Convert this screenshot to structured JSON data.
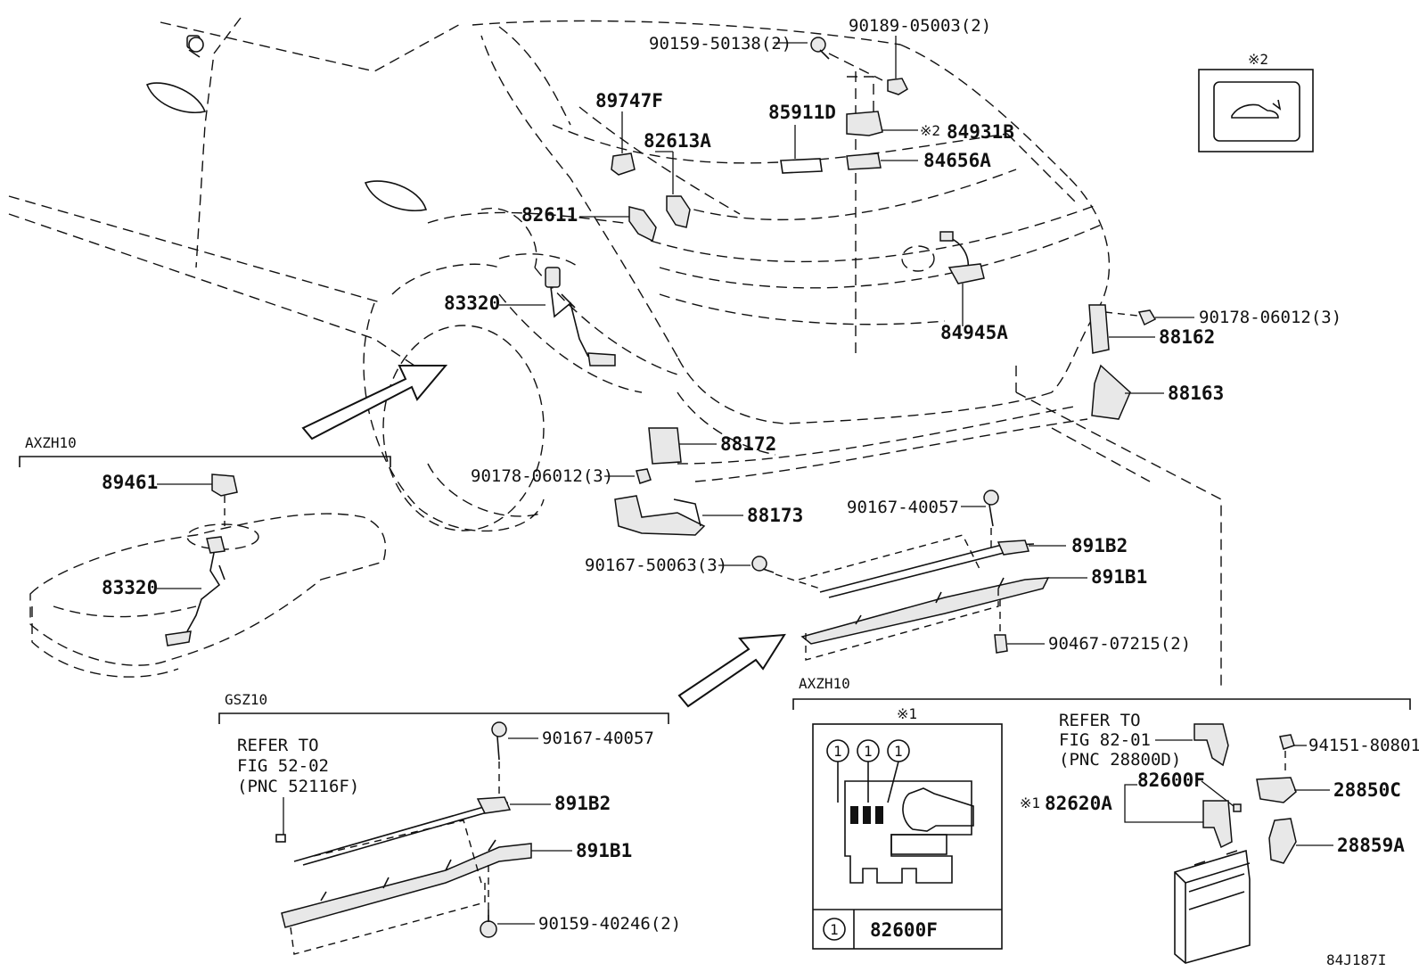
{
  "labels": {
    "p90159_50138": "90159-50138(2)",
    "p90189_05003": "90189-05003(2)",
    "p89747F": "89747F",
    "p85911D": "85911D",
    "p82613A": "82613A",
    "p84931B_mark": "※2",
    "p84931B": "84931B",
    "p84656A": "84656A",
    "p82611": "82611",
    "p83320_main": "83320",
    "p84945A": "84945A",
    "p90178_06012_right": "90178-06012(3)",
    "p88162": "88162",
    "p88163": "88163",
    "p88172": "88172",
    "p90178_06012_left": "90178-06012(3)",
    "p88173": "88173",
    "p90167_40057_top": "90167-40057",
    "p891B2_top": "891B2",
    "p90167_50063": "90167-50063(3)",
    "p891B1_top": "891B1",
    "p90467_07215": "90467-07215(2)",
    "axzh10_left_title": "AXZH10",
    "p89461": "89461",
    "p83320_tank": "83320",
    "gsz10_title": "GSZ10",
    "refer52_line1": "REFER TO",
    "refer52_line2": "FIG 52-02",
    "refer52_line3": "(PNC 52116F)",
    "p90167_40057_bot": "90167-40057",
    "p891B2_bot": "891B2",
    "p891B1_bot": "891B1",
    "p90159_40246": "90159-40246(2)",
    "axzh10_right_title": "AXZH10",
    "note1_mark": "※1",
    "circle1": "1",
    "p82600F_table": "82600F",
    "refer82_line1": "REFER TO",
    "refer82_line2": "FIG 82-01",
    "refer82_line3": "(PNC 28800D)",
    "p94151_80801": "94151-80801",
    "p82600F": "82600F",
    "p82620A_mark": "※1",
    "p82620A": "82620A",
    "p28850C": "28850C",
    "p28859A": "28859A",
    "note2_mark": "※2",
    "drawing_id": "84J187I"
  },
  "colors": {
    "line": "#111111",
    "background": "#ffffff"
  }
}
